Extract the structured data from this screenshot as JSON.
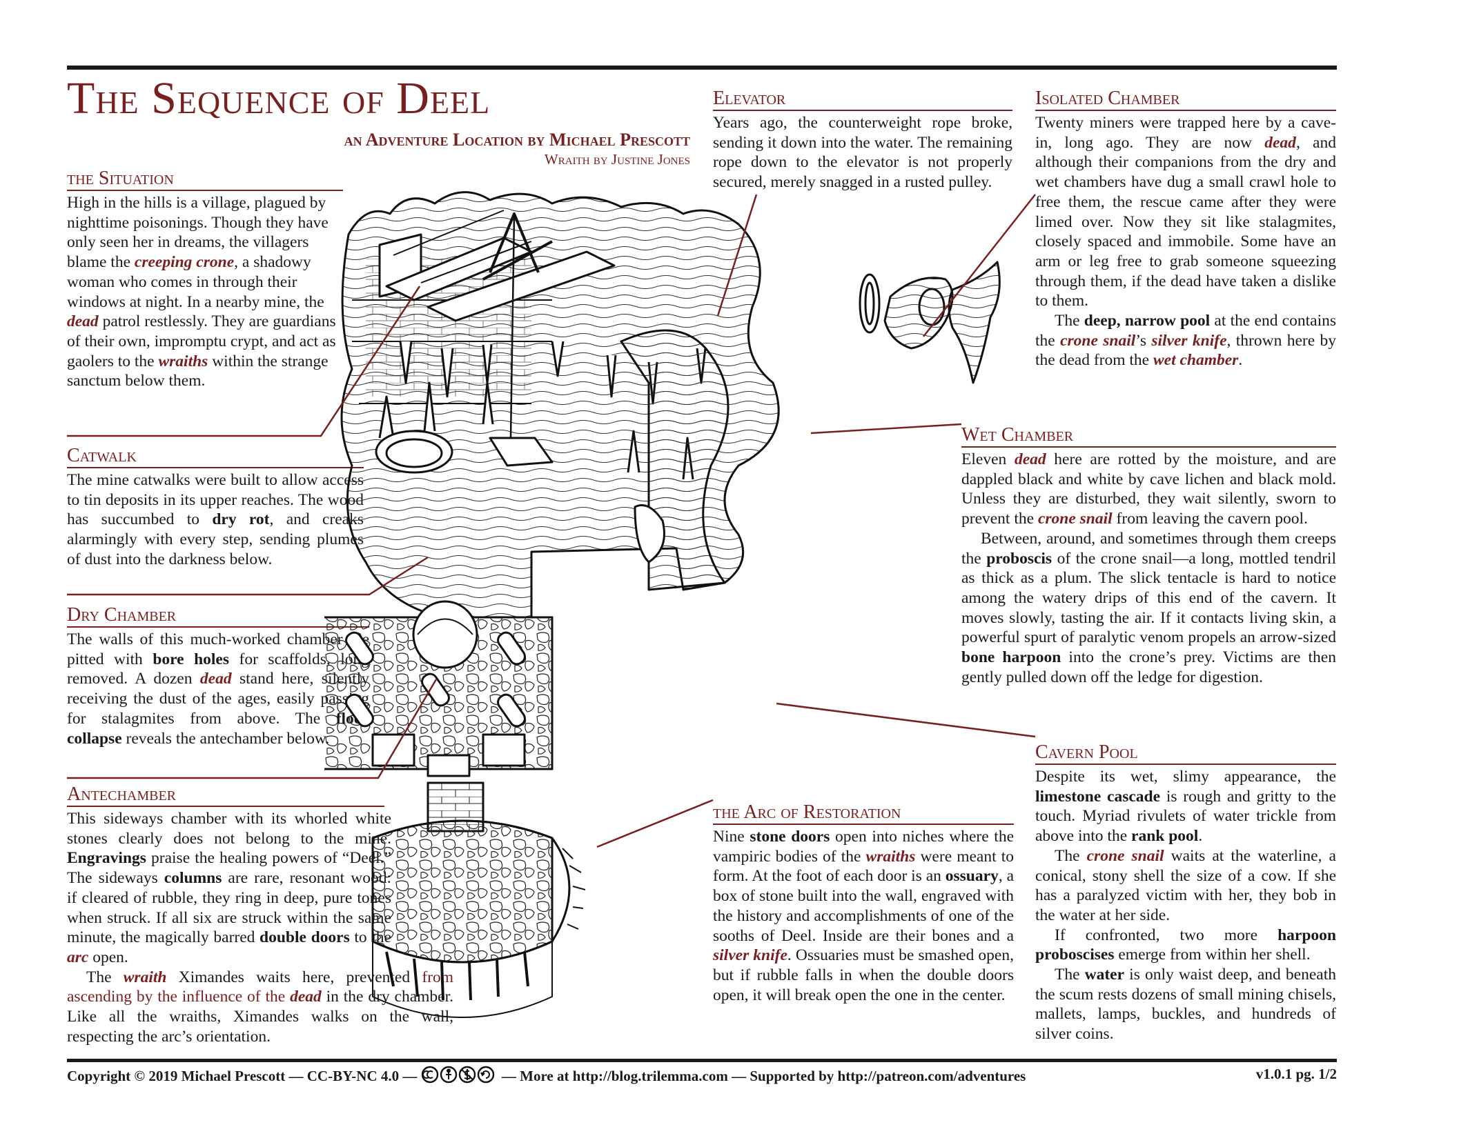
{
  "header": {
    "title": "The Sequence of Deel",
    "subtitle": "an Adventure Location by Michael Prescott",
    "credit": "Wraith by Justine Jones"
  },
  "sections": {
    "situation": {
      "heading": "the Situation",
      "p1": [
        {
          "t": "High in the hills is a village, plagued by nighttime poisonings. Though they have only seen her in dreams, the villagers blame the "
        },
        {
          "t": "creeping crone",
          "s": "mk"
        },
        {
          "t": ", a shadowy woman who comes in through their windows at night. In a nearby mine, the "
        },
        {
          "t": "dead",
          "s": "mk"
        },
        {
          "t": " patrol restlessly. They are guardians of their own, impromptu crypt, and act as gaolers to the "
        },
        {
          "t": "wraiths",
          "s": "mk"
        },
        {
          "t": " within the strange sanctum below them."
        }
      ]
    },
    "catwalk": {
      "heading": "Catwalk",
      "p1": [
        {
          "t": "The mine catwalks were built to allow access to tin deposits in its upper reaches. The wood has succumbed to "
        },
        {
          "t": "dry rot",
          "s": "kw"
        },
        {
          "t": ", and creaks alarmingly with every step, sending plumes of dust into the darkness below."
        }
      ]
    },
    "dry_chamber": {
      "heading": "Dry Chamber",
      "p1": [
        {
          "t": "The walls of this much-worked chamber are pitted with "
        },
        {
          "t": "bore holes",
          "s": "kw"
        },
        {
          "t": " for scaffolds, long removed. A dozen "
        },
        {
          "t": "dead",
          "s": "mk"
        },
        {
          "t": " stand here, silently receiving the dust of the ages, easily passing for stalagmites from above. The "
        },
        {
          "t": "floor collapse",
          "s": "kw"
        },
        {
          "t": " reveals the antechamber below."
        }
      ]
    },
    "antechamber": {
      "heading": "Antechamber",
      "p1": [
        {
          "t": "This sideways chamber with its whorled white stones clearly does not belong to the mine. "
        },
        {
          "t": "Engravings",
          "s": "kw"
        },
        {
          "t": " praise the healing powers of “Deel.” The sideways "
        },
        {
          "t": "columns",
          "s": "kw"
        },
        {
          "t": " are rare, resonant wood: if cleared of rubble, they ring in deep, pure tones when struck. If all six are struck within the same minute, the magically barred "
        },
        {
          "t": "double doors",
          "s": "kw"
        },
        {
          "t": " to the "
        },
        {
          "t": "arc",
          "s": "mk"
        },
        {
          "t": " open."
        }
      ],
      "p2": [
        {
          "t": "The "
        },
        {
          "t": "wraith",
          "s": "mk"
        },
        {
          "t": " Ximandes waits here, prevented "
        },
        {
          "t": "from ascending by the influence of the ",
          "s": "hl"
        },
        {
          "t": "dead",
          "s": "mk"
        },
        {
          "t": " in the dry chamber. Like all the wraiths, Ximandes walks on the wall, respecting the arc’s orientation."
        }
      ]
    },
    "elevator": {
      "heading": "Elevator",
      "p1": [
        {
          "t": "Years ago, the counterweight rope broke, sending it down into the water. The remaining rope down to the elevator is not properly secured, merely snagged in a rusted pulley."
        }
      ]
    },
    "isolated_chamber": {
      "heading": "Isolated Chamber",
      "p1": [
        {
          "t": "Twenty miners were trapped here by a cave-in, long ago. They are now "
        },
        {
          "t": "dead",
          "s": "mk"
        },
        {
          "t": ", and although their companions from the dry and wet chambers have dug a small crawl hole to free them, the rescue came after they were limed over. Now they sit like stalagmites, closely spaced and immobile. Some have an arm or leg free to grab someone squeezing through them, if the dead have taken a dislike to them."
        }
      ],
      "p2": [
        {
          "t": "The "
        },
        {
          "t": "deep, narrow pool",
          "s": "kw"
        },
        {
          "t": " at the end contains the "
        },
        {
          "t": "crone snail",
          "s": "mk"
        },
        {
          "t": "’s "
        },
        {
          "t": "silver knife",
          "s": "mk"
        },
        {
          "t": ", thrown here by the dead from the "
        },
        {
          "t": "wet chamber",
          "s": "mk"
        },
        {
          "t": "."
        }
      ]
    },
    "wet_chamber": {
      "heading": "Wet Chamber",
      "p1": [
        {
          "t": "Eleven "
        },
        {
          "t": "dead",
          "s": "mk"
        },
        {
          "t": " here are rotted by the moisture, and are dappled black and white by cave lichen and black mold. Unless they are disturbed, they wait silently, sworn to prevent the "
        },
        {
          "t": "crone snail",
          "s": "mk"
        },
        {
          "t": " from leaving the cavern pool."
        }
      ],
      "p2": [
        {
          "t": "Between, around, and sometimes through them creeps the "
        },
        {
          "t": "proboscis",
          "s": "kw"
        },
        {
          "t": " of the crone snail—a long, mottled tendril as thick as a plum. The slick tentacle is hard to notice among the watery drips of this end of the cavern. It moves slowly, tasting the air. If it contacts living skin, a powerful spurt of paralytic venom propels an arrow-sized "
        },
        {
          "t": "bone harpoon",
          "s": "kw"
        },
        {
          "t": " into the crone’s prey. Victims are then gently pulled down off the ledge for digestion."
        }
      ]
    },
    "cavern_pool": {
      "heading": "Cavern Pool",
      "p1": [
        {
          "t": "Despite its wet, slimy appearance, the "
        },
        {
          "t": "limestone cascade",
          "s": "kw"
        },
        {
          "t": " is rough and gritty to the touch. Myriad rivulets of water trickle from above into the "
        },
        {
          "t": "rank pool",
          "s": "kw"
        },
        {
          "t": "."
        }
      ],
      "p2": [
        {
          "t": "The "
        },
        {
          "t": "crone snail",
          "s": "mk"
        },
        {
          "t": " waits at the waterline, a conical, stony shell the size of a cow. If she has a paralyzed victim with her, they bob in the water at her side."
        }
      ],
      "p3": [
        {
          "t": "If confronted, two more "
        },
        {
          "t": "harpoon proboscises",
          "s": "kw"
        },
        {
          "t": " emerge from within her shell."
        }
      ],
      "p4": [
        {
          "t": "The "
        },
        {
          "t": "water",
          "s": "kw"
        },
        {
          "t": " is only waist deep, and beneath the scum rests dozens of small mining chisels, mallets, lamps, buckles, and hundreds of silver coins."
        }
      ]
    },
    "arc": {
      "heading": "the Arc of Restoration",
      "p1": [
        {
          "t": "Nine "
        },
        {
          "t": "stone doors",
          "s": "kw"
        },
        {
          "t": " open into niches where the vampiric bodies of the "
        },
        {
          "t": "wraiths",
          "s": "mk"
        },
        {
          "t": " were meant to form. At the foot of each door is an "
        },
        {
          "t": "ossuary",
          "s": "kw"
        },
        {
          "t": ", a box of stone built into the wall, engraved with the history and accomplishments of one of the sooths of Deel. Inside are their bones and a "
        },
        {
          "t": "silver knife",
          "s": "mk"
        },
        {
          "t": ". Ossuaries must be smashed open, but if rubble falls in when the double doors open, it will break open the one in the center."
        }
      ]
    }
  },
  "footer": {
    "left_a": "Copyright © 2019 Michael Prescott — CC-BY-NC 4.0 —",
    "left_b": "— More at http://blog.trilemma.com — Supported by http://patreon.com/adventures",
    "right": "v1.0.1 pg. 1/2",
    "license_icons": [
      "cc-icon",
      "by-icon",
      "nc-icon",
      "sa-icon"
    ]
  },
  "colors": {
    "accent": "#7a1f1f",
    "text": "#1a1a1a",
    "ink": "#111111",
    "background": "#ffffff"
  }
}
